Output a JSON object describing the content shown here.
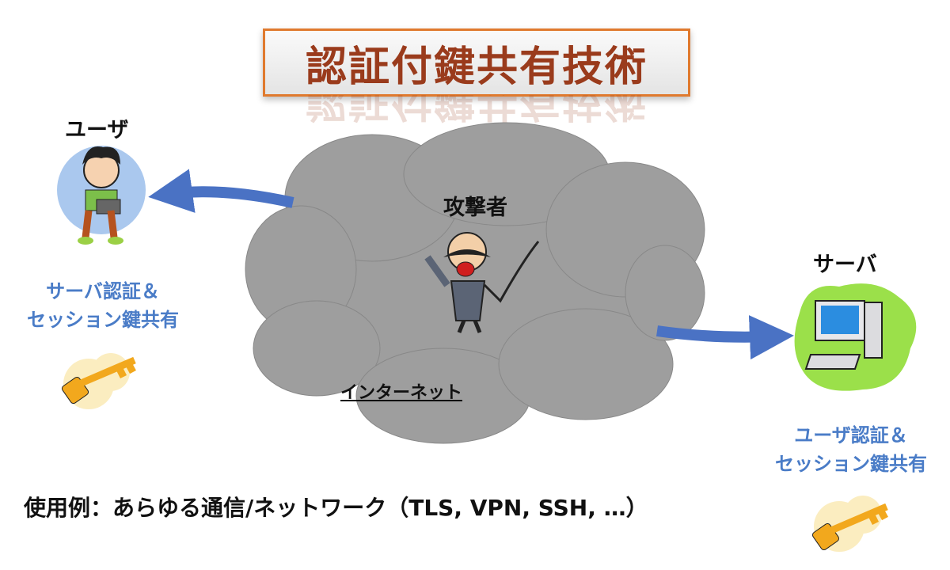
{
  "title": "認証付鍵共有技術",
  "user": {
    "label": "ユーザ",
    "caption_line1": "サーバ認証＆",
    "caption_line2": "セッション鍵共有"
  },
  "server": {
    "label": "サーバ",
    "caption_line1": "ユーザ認証＆",
    "caption_line2": "セッション鍵共有"
  },
  "attacker": {
    "label": "攻撃者"
  },
  "internet": {
    "label": "インターネット"
  },
  "usage": "使用例：あらゆる通信/ネットワーク（TLS, VPN, SSH, …）",
  "colors": {
    "title_border": "#e07a2e",
    "title_text": "#9a3b1c",
    "caption": "#4a7cc7",
    "arrow": "#4a72c4",
    "cloud": "#9e9e9e",
    "key": "#f2a81d"
  }
}
